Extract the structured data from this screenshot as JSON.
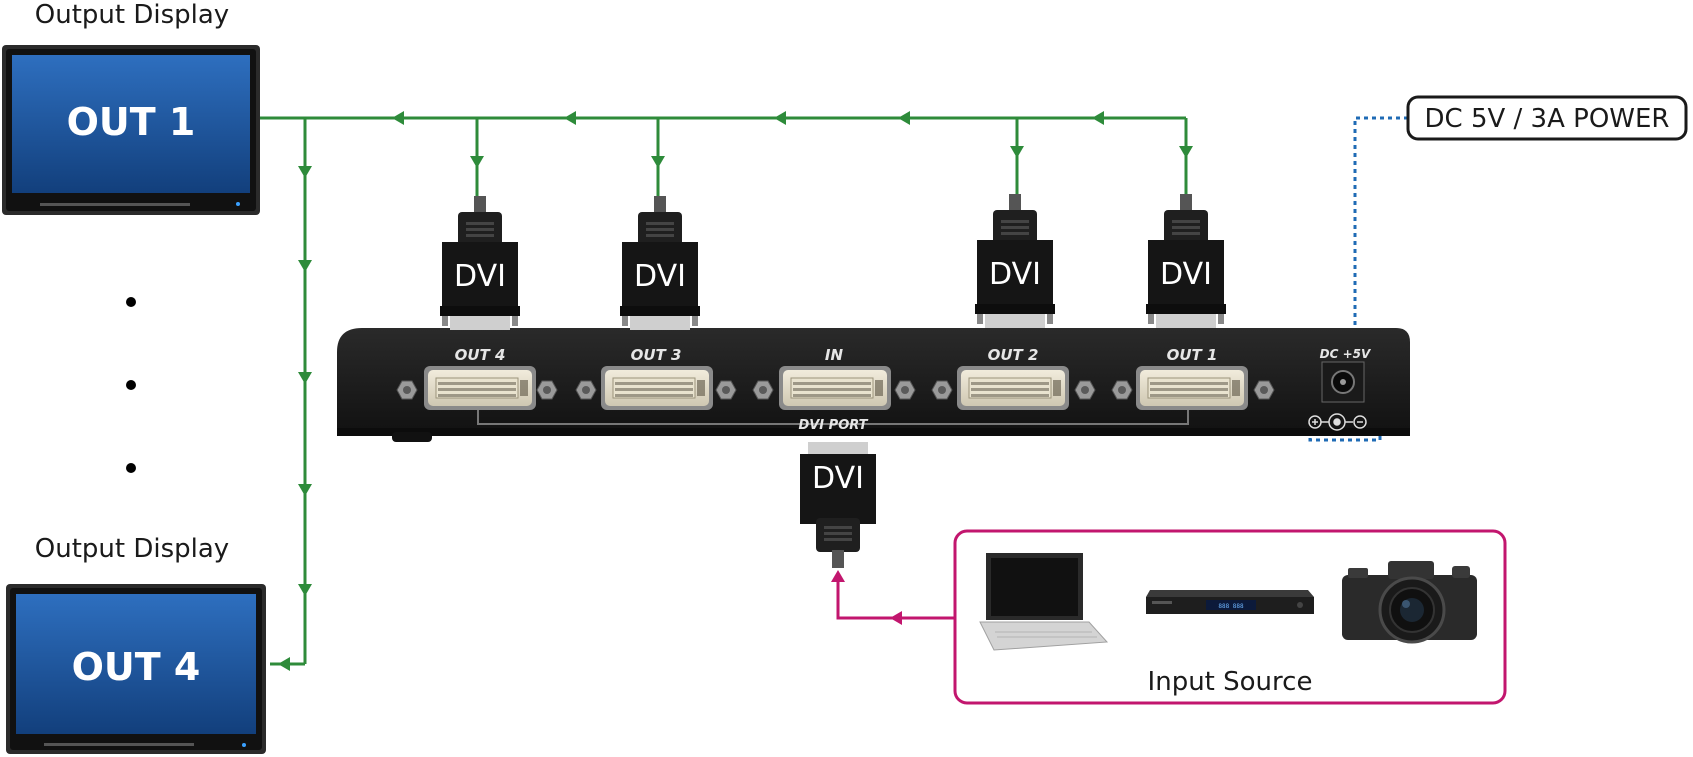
{
  "labels": {
    "output_display_top": "Output Display",
    "output_display_bottom": "Output Display",
    "power": "DC 5V / 3A POWER",
    "input_source": "Input Source"
  },
  "monitors": {
    "top": "OUT 1",
    "bottom": "OUT 4"
  },
  "device": {
    "ports": [
      "OUT 4",
      "OUT 3",
      "IN",
      "OUT 2",
      "OUT 1"
    ],
    "dvi_port_label": "DVI PORT",
    "dc_label": "DC +5V"
  },
  "plugs": {
    "out4": "DVI",
    "out3": "DVI",
    "out2": "DVI",
    "out1": "DVI",
    "in": "DVI"
  },
  "colors": {
    "output_line": "#2e8b3a",
    "input_line": "#c2166e",
    "power_line": "#1f6bb5",
    "input_box": "#c2166e",
    "monitor_screen": "#1d5aa6",
    "device_body": "#1e1e1e"
  },
  "icons": [
    "laptop-icon",
    "media-player-icon",
    "camera-icon"
  ]
}
